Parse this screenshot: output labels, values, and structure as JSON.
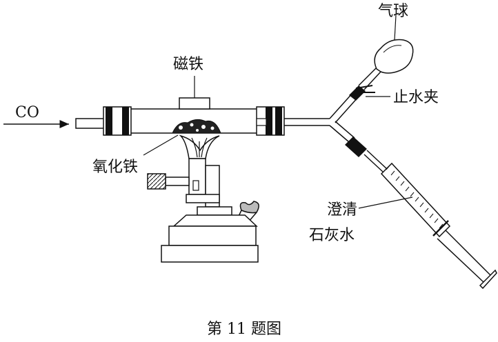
{
  "labels": {
    "co": "CO",
    "magnet": "磁铁",
    "iron_oxide": "氧化铁",
    "balloon": "气球",
    "clamp": "止水夹",
    "limewater_line1": "澄清",
    "limewater_line2": "石灰水"
  },
  "caption": "第 11 题图",
  "colors": {
    "ink": "#111111",
    "paper": "#ffffff"
  }
}
